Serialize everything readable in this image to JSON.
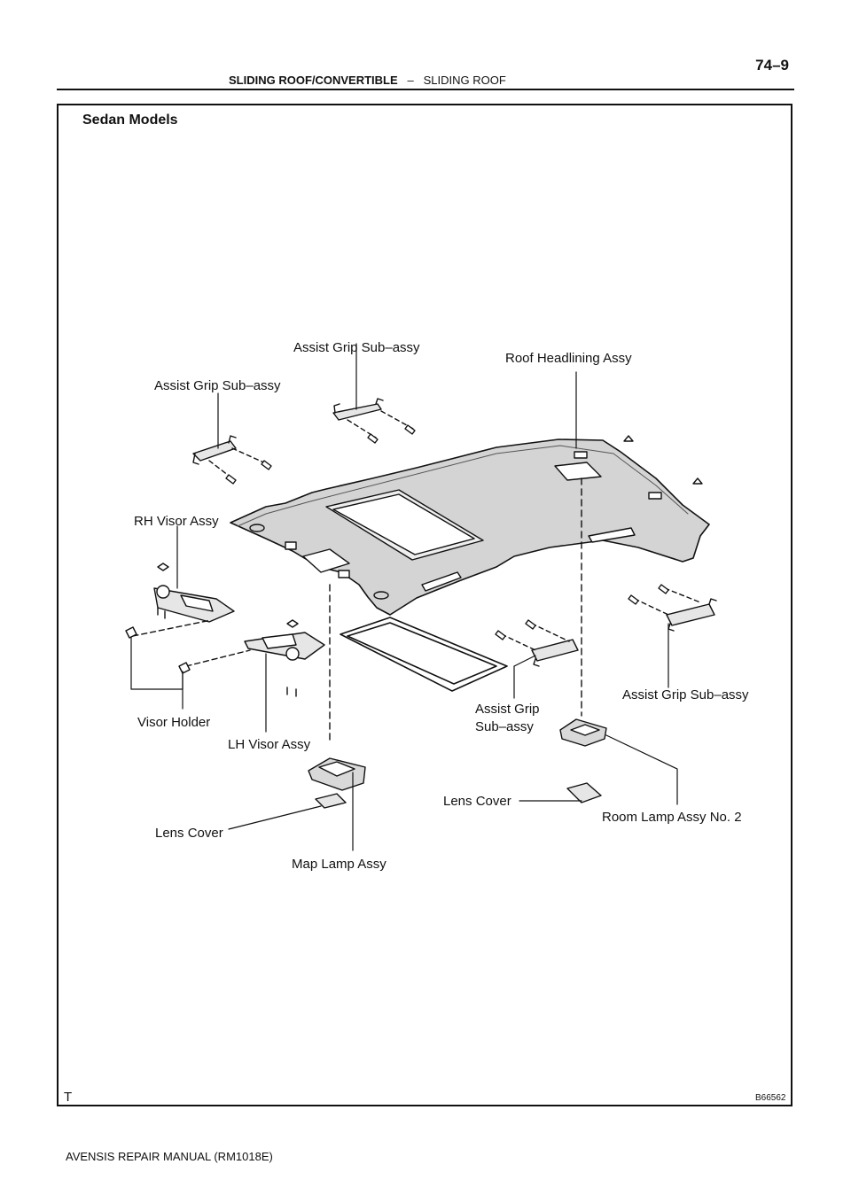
{
  "header": {
    "section": "SLIDING ROOF/CONVERTIBLE",
    "separator": "–",
    "subsection": "SLIDING ROOF",
    "page_number": "74–9"
  },
  "figure": {
    "subtitle": "Sedan Models",
    "corner_mark": "T",
    "code": "B66562",
    "labels": {
      "assist_grip_center": "Assist Grip Sub–assy",
      "roof_headlining": "Roof Headlining Assy",
      "assist_grip_left": "Assist Grip Sub–assy",
      "rh_visor": "RH Visor Assy",
      "assist_grip_right": "Assist Grip Sub–assy",
      "assist_grip_lower_1": "Assist Grip",
      "assist_grip_lower_2": "Sub–assy",
      "visor_holder": "Visor Holder",
      "lh_visor": "LH Visor Assy",
      "lens_cover_right": "Lens Cover",
      "room_lamp": "Room Lamp Assy No. 2",
      "lens_cover_left": "Lens Cover",
      "map_lamp": "Map Lamp Assy"
    }
  },
  "footer": {
    "manual": "AVENSIS REPAIR MANUAL   (RM1018E)"
  }
}
